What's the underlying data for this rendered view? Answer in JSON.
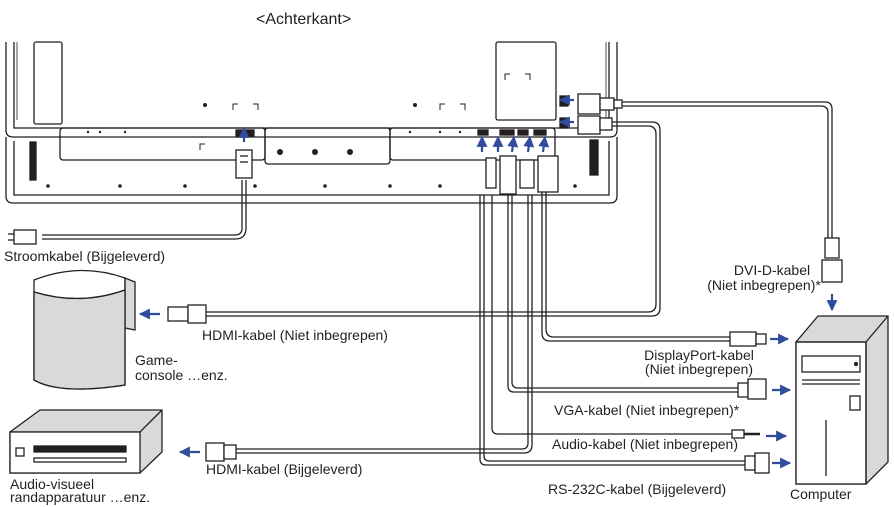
{
  "title": "<Achterkant>",
  "labels": {
    "power_cable": "Stroomkabel (Bijgeleverd)",
    "dvi_cable_1": "DVI-D-kabel",
    "dvi_cable_2": "(Niet inbegrepen)*",
    "hdmi_game": "HDMI-kabel (Niet inbegrepen)",
    "game_console_1": "Game-",
    "game_console_2": "console …enz.",
    "displayport_1": "DisplayPort-kabel",
    "displayport_2": "(Niet inbegrepen)",
    "vga": "VGA-kabel (Niet inbegrepen)*",
    "audio": "Audio-kabel (Niet inbegrepen)",
    "hdmi_av": "HDMI-kabel (Bijgeleverd)",
    "rs232c": "RS-232C-kabel (Bijgeleverd)",
    "av_device_1": "Audio-visueel",
    "av_device_2": "randapparatuur …enz.",
    "computer": "Computer"
  },
  "colors": {
    "line": "#231f20",
    "arrow": "#2f4d9c",
    "fill_gray": "#d9d9d9",
    "fill_dark": "#bdbdbd"
  }
}
